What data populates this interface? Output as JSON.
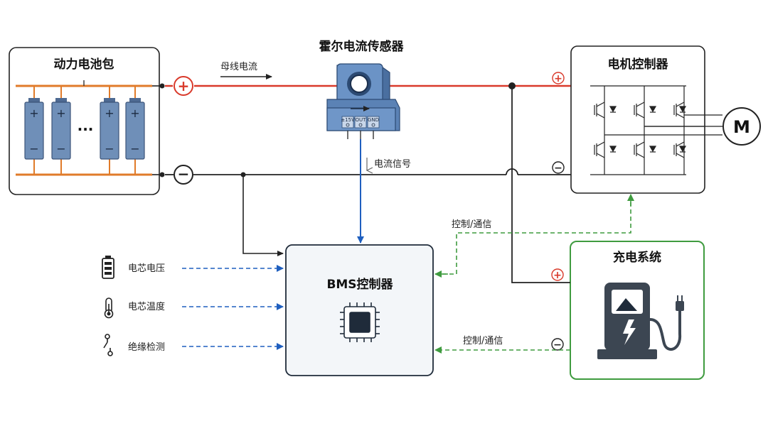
{
  "battery_pack": {
    "title": "动力电池包",
    "ellipsis": "···"
  },
  "sensor": {
    "title": "霍尔电流传感器",
    "pins": [
      "±15V",
      "OUT",
      "GND"
    ]
  },
  "bus_current_label": "母线电流",
  "current_signal_label": "电流信号",
  "motor_controller": {
    "title": "电机控制器",
    "motor_symbol": "M"
  },
  "bms": {
    "title": "BMS控制器"
  },
  "charging": {
    "title": "充电系统"
  },
  "control_comm_label_top": "控制/通信",
  "control_comm_label_bottom": "控制/通信",
  "inputs": [
    {
      "label": "电芯电压",
      "icon": "battery-level-icon"
    },
    {
      "label": "电芯温度",
      "icon": "thermometer-icon"
    },
    {
      "label": "绝缘检测",
      "icon": "switch-icon"
    }
  ],
  "polarity": {
    "plus": "+",
    "minus": "−"
  },
  "colors": {
    "positive_line": "#d93a2b",
    "negative_line": "#222222",
    "signal_blue": "#1f5fbf",
    "control_green": "#3f9b3f",
    "battery_orange": "#e07b2a",
    "cell_blue": "#6f8fb8",
    "sensor_blue": "#5b82b5"
  }
}
